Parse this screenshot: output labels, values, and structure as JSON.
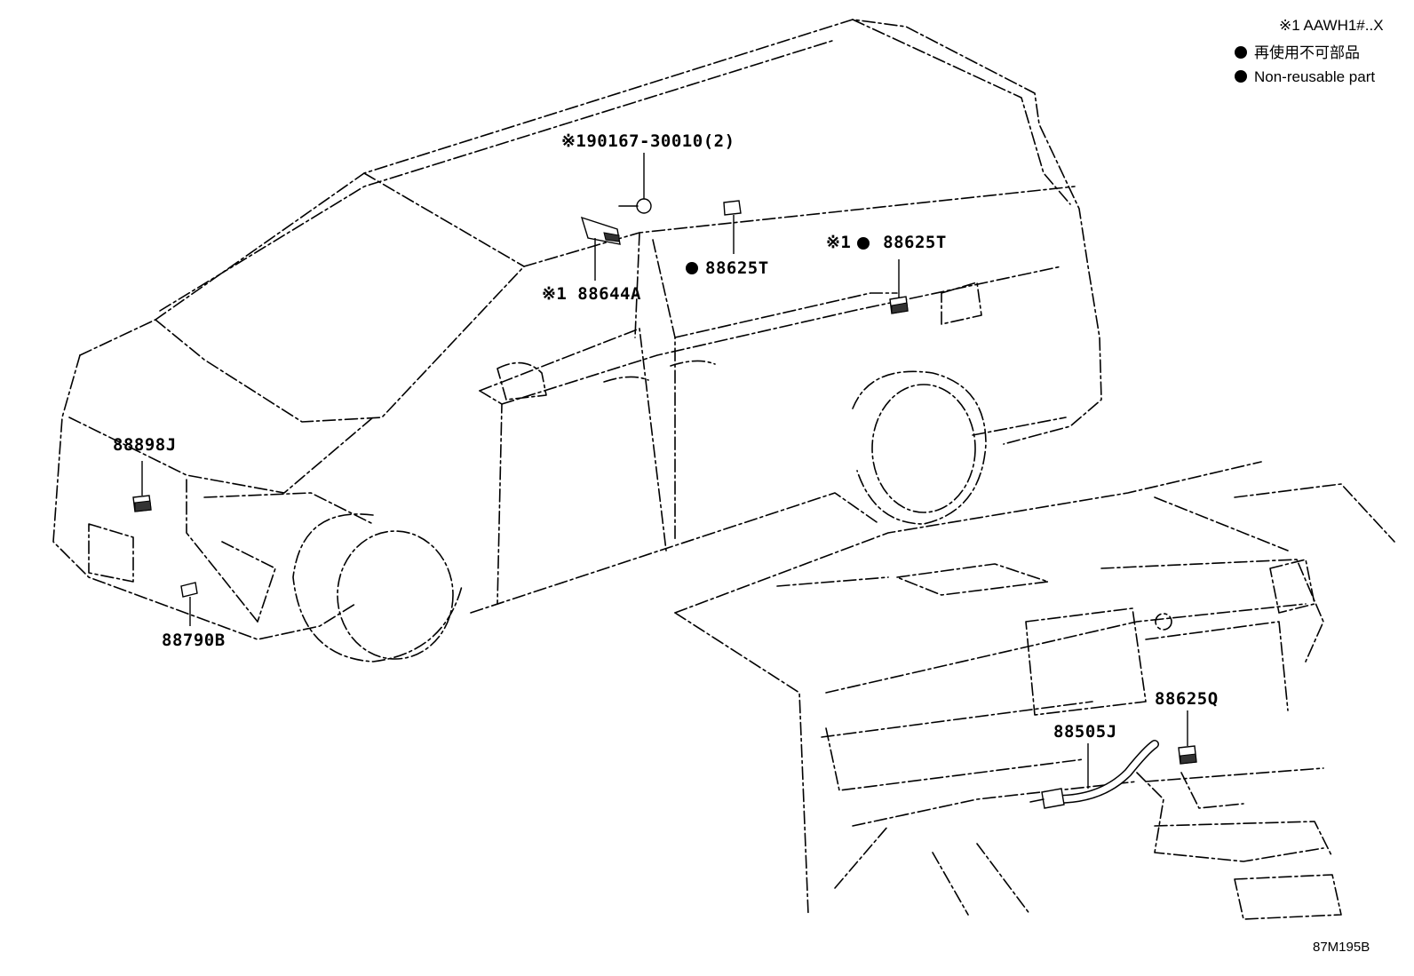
{
  "legend": {
    "condition_note": "※1 AAWH1#..X",
    "non_reusable_jp": "再使用不可部品",
    "non_reusable_en": "Non-reusable part"
  },
  "parts": [
    {
      "id": "bolt",
      "label": "※190167-30010(2)"
    },
    {
      "id": "sensor-roof-a",
      "label": "※1 88644A"
    },
    {
      "id": "sensor-roof-t",
      "label": "88625T",
      "non_reusable": true
    },
    {
      "id": "sensor-rear-t",
      "label": "※1 88625T",
      "non_reusable": true
    },
    {
      "id": "sensor-front-j",
      "label": "88898J"
    },
    {
      "id": "sensor-bumper-b",
      "label": "88790B"
    },
    {
      "id": "sensor-dash-q",
      "label": "88625Q"
    },
    {
      "id": "hose-j",
      "label": "88505J"
    }
  ],
  "figure_code": "87M195B"
}
